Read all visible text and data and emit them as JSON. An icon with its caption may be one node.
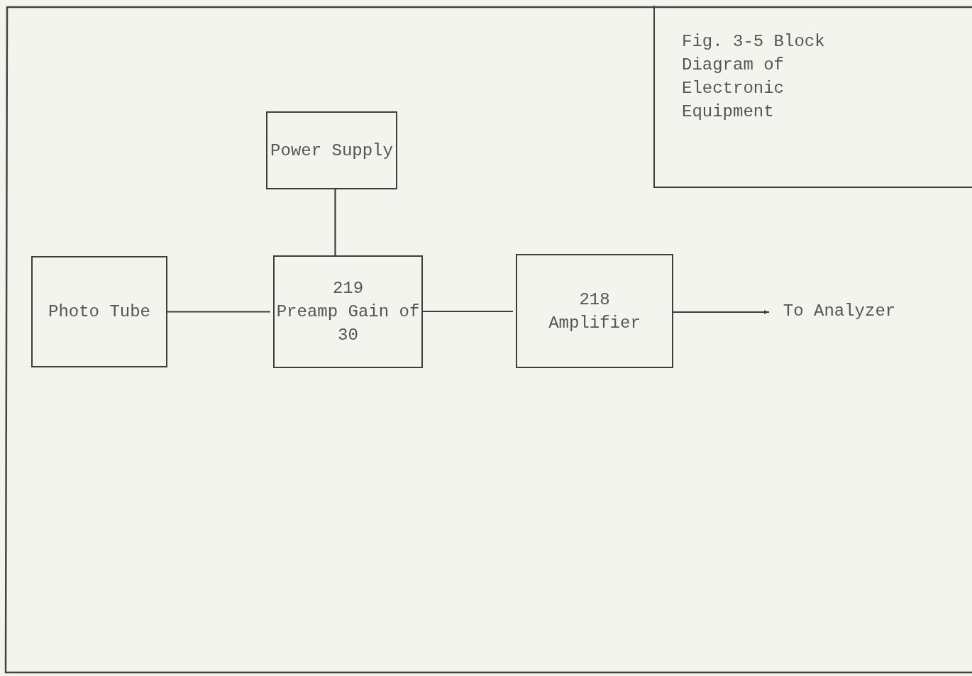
{
  "diagram": {
    "nodes": [
      {
        "text": [
          "Fig. 3-5 Block Diagram of Electronic Equipment"
        ]
      },
      {
        "text": [
          "Power Supply"
        ]
      },
      {
        "text": [
          "Photo Tube"
        ]
      },
      {
        "text": [
          "219",
          "Preamp Gain of 30"
        ]
      },
      {
        "text": [
          "218",
          "Amplifier"
        ]
      },
      {
        "text": [
          "To Analyzer"
        ]
      }
    ],
    "edges": [
      {
        "from": 1,
        "to": 3,
        "arrow": "none"
      },
      {
        "from": 2,
        "to": 3,
        "arrow": "none"
      },
      {
        "from": 3,
        "to": 4,
        "arrow": "none"
      },
      {
        "from": 4,
        "to": 5,
        "arrow": "to"
      }
    ]
  }
}
